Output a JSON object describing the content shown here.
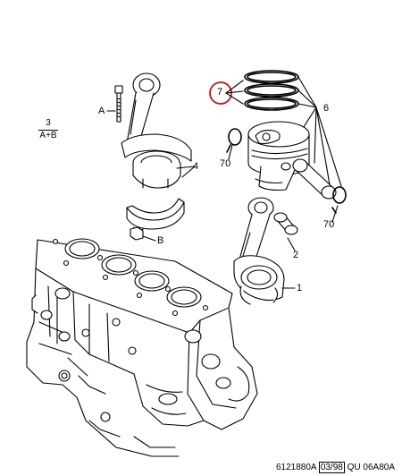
{
  "callouts": {
    "ring_set": "7",
    "piston_group": "6",
    "circlip_left": "70",
    "circlip_right": "70",
    "rod_assembly_top": "4",
    "bolt_a": "A",
    "nut_b": "B",
    "con_rod": "1",
    "bushing": "2"
  },
  "fraction": {
    "numerator": "3",
    "denominator": "A+B"
  },
  "footer": {
    "ref_code": "6121880A",
    "date": "03/98",
    "suffix": "QU 06A80A"
  },
  "colors": {
    "line": "#000000",
    "highlight": "#d01010",
    "paper": "#ffffff"
  }
}
